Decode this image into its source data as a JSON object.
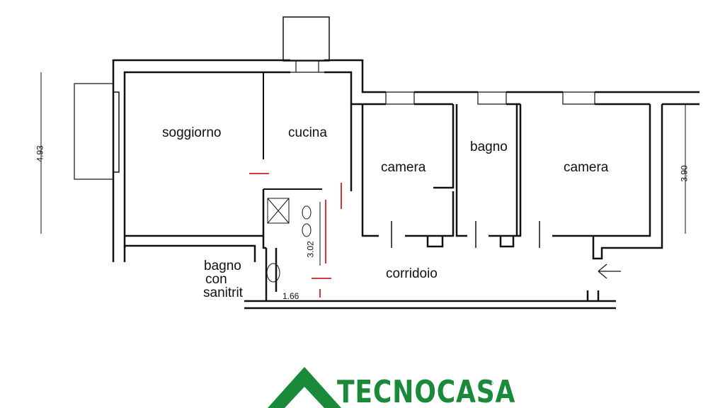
{
  "rooms": {
    "soggiorno": "soggiorno",
    "cucina": "cucina",
    "camera_left": "camera",
    "bagno": "bagno",
    "camera_right": "camera",
    "corridoio": "corridoio",
    "bagno_sanitrit_line1": "bagno",
    "bagno_sanitrit_line2": "con",
    "bagno_sanitrit_line3": "sanitrit"
  },
  "dimensions": {
    "left_height": "4.93",
    "right_height": "3.90",
    "bath_height": "3.02",
    "bath_width": "1.66"
  },
  "logo": {
    "text": "TECNOCASA",
    "mark": "®",
    "color": "#1a8a3a"
  }
}
